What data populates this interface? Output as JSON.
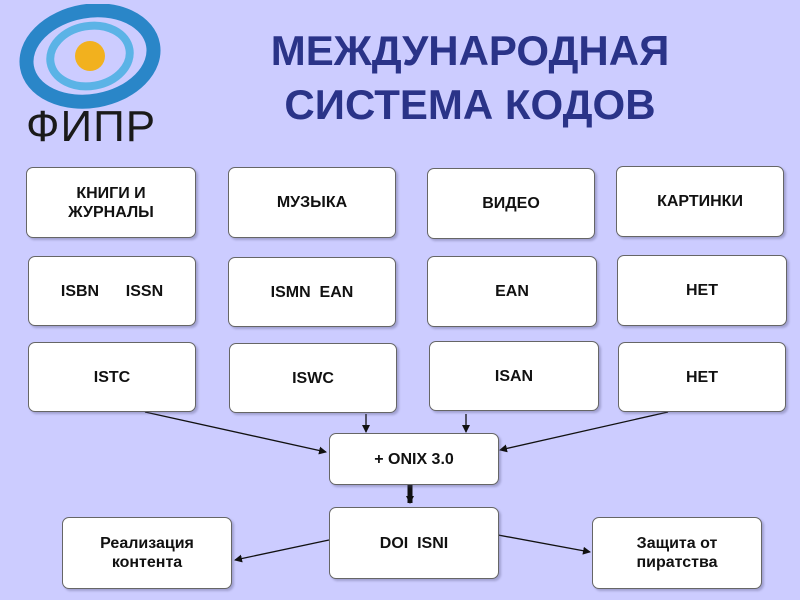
{
  "logo": {
    "text": "ФИПР"
  },
  "title": {
    "line1": "МЕЖДУНАРОДНАЯ",
    "line2": "СИСТЕМА КОДОВ"
  },
  "categories": [
    {
      "label": "КНИГИ И ЖУРНАЛЫ",
      "codes": "ISBN      ISSN",
      "code2": "ISTC"
    },
    {
      "label": "МУЗЫКА",
      "codes": "ISMN  EAN",
      "code2": "ISWC"
    },
    {
      "label": "ВИДЕО",
      "codes": "EAN",
      "code2": "ISAN"
    },
    {
      "label": "КАРТИНКИ",
      "codes": "НЕТ",
      "code2": "НЕТ"
    }
  ],
  "hub": {
    "label": "+ ONIX 3.0"
  },
  "doi": {
    "label": "DOI  ISNI"
  },
  "outcomes": {
    "left": "Реализация контента",
    "right": "Защита от пиратства"
  },
  "colors": {
    "background": "#ccccff",
    "title": "#2a3388",
    "logo_blue": "#2a86c8",
    "logo_dot": "#f2b11e"
  }
}
